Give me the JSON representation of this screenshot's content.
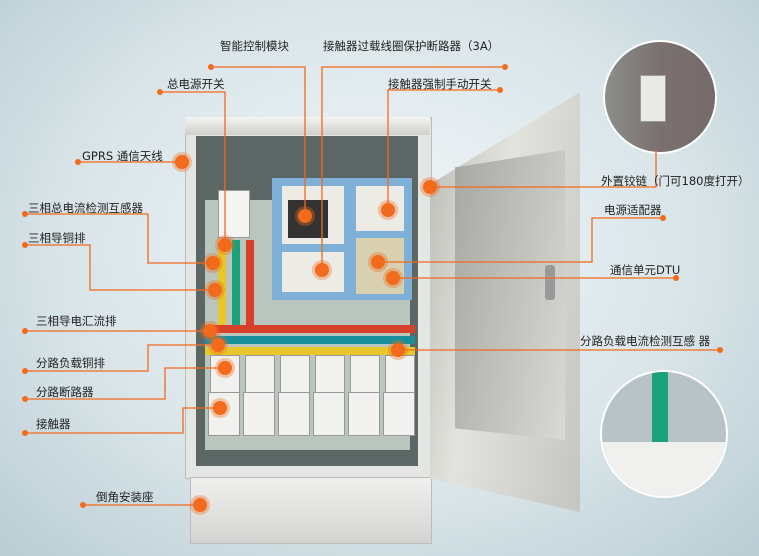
{
  "labels": {
    "smart_module": "智能控制模块",
    "contactor_breaker": "接触器过载线圈保护断路器（3A）",
    "main_switch": "总电源开关",
    "manual_switch": "接触器强制手动开关",
    "gprs": "GPRS 通信天线",
    "hinge": "外置铰链（门可180度打开）",
    "main_ct": "三相总电流检测互感器",
    "power_adapter": "电源适配器",
    "copper_bar": "三相导铜排",
    "dtu": "通信单元DTU",
    "busbar": "三相导电汇流排",
    "branch_ct": "分路负载电流检测互感 器",
    "branch_copper": "分路负载铜排",
    "branch_breaker": "分路断路器",
    "contactor": "接触器",
    "base": "倒角安装座"
  },
  "colors": {
    "accent": "#f26a1b",
    "panel": "#7fb0d8"
  }
}
